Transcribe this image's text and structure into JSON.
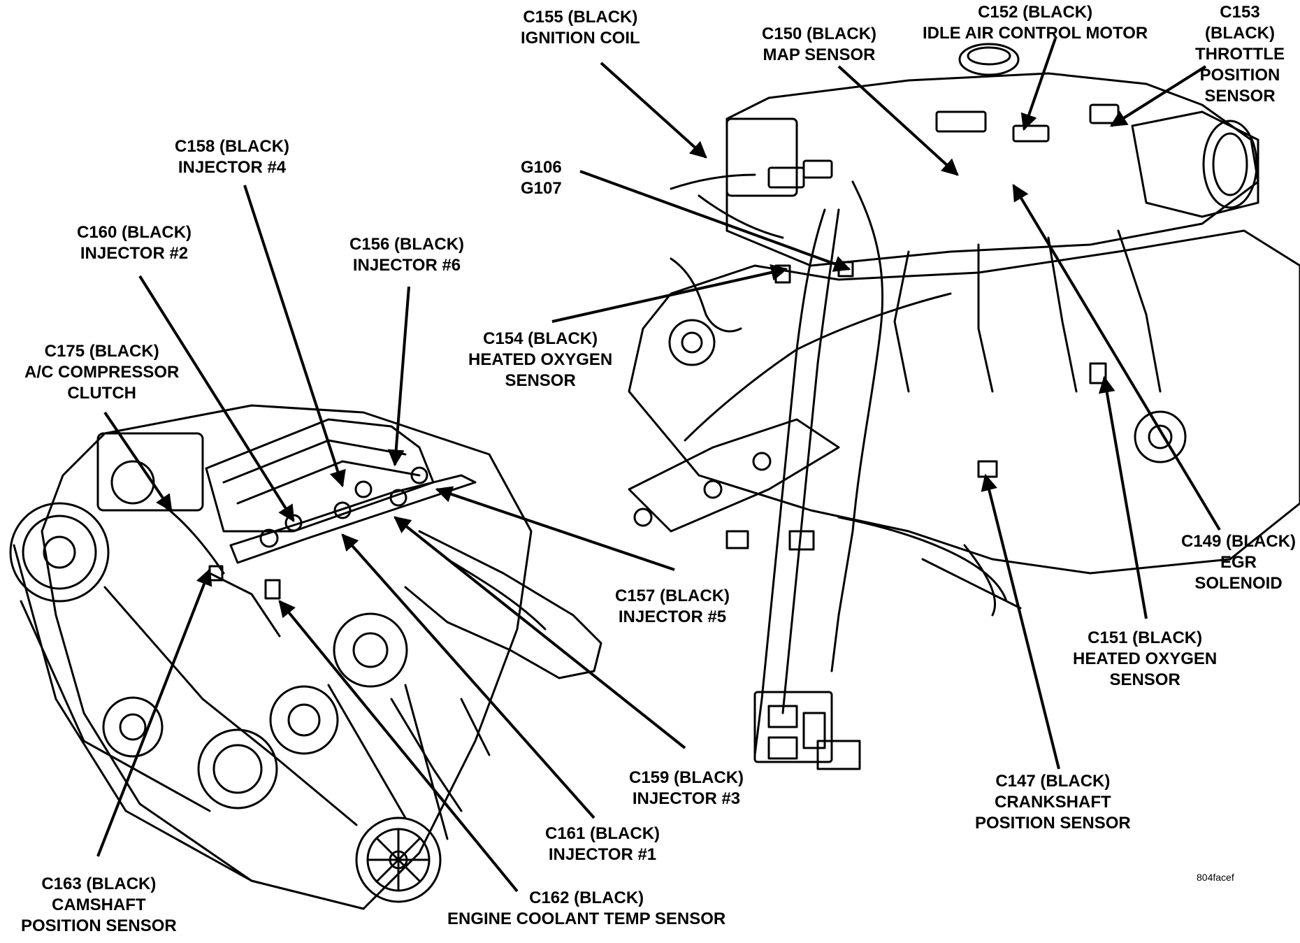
{
  "labels": {
    "c155": "C155 (BLACK)\nIGNITION COIL",
    "c150": "C150 (BLACK)\nMAP SENSOR",
    "c152": "C152 (BLACK)\nIDLE AIR CONTROL MOTOR",
    "c153": "C153\n(BLACK)\nTHROTTLE\nPOSITION\nSENSOR",
    "c158": "C158 (BLACK)\nINJECTOR #4",
    "g106": "G106\nG107",
    "c160": "C160 (BLACK)\nINJECTOR #2",
    "c156": "C156 (BLACK)\nINJECTOR #6",
    "c154": "C154 (BLACK)\nHEATED OXYGEN\nSENSOR",
    "c175": "C175 (BLACK)\nA/C COMPRESSOR\nCLUTCH",
    "c149": "C149 (BLACK)\nEGR\nSOLENOID",
    "c157": "C157 (BLACK)\nINJECTOR #5",
    "c151": "C151 (BLACK)\nHEATED OXYGEN\nSENSOR",
    "c159": "C159 (BLACK)\nINJECTOR #3",
    "c147": "C147 (BLACK)\nCRANKSHAFT\nPOSITION SENSOR",
    "c161": "C161 (BLACK)\nINJECTOR #1",
    "c163": "C163 (BLACK)\nCAMSHAFT\nPOSITION SENSOR",
    "c162": "C162 (BLACK)\nENGINE COOLANT TEMP SENSOR"
  },
  "figure_ref": "804facef",
  "colors": {
    "ink": "#000000",
    "paper": "#ffffff"
  }
}
